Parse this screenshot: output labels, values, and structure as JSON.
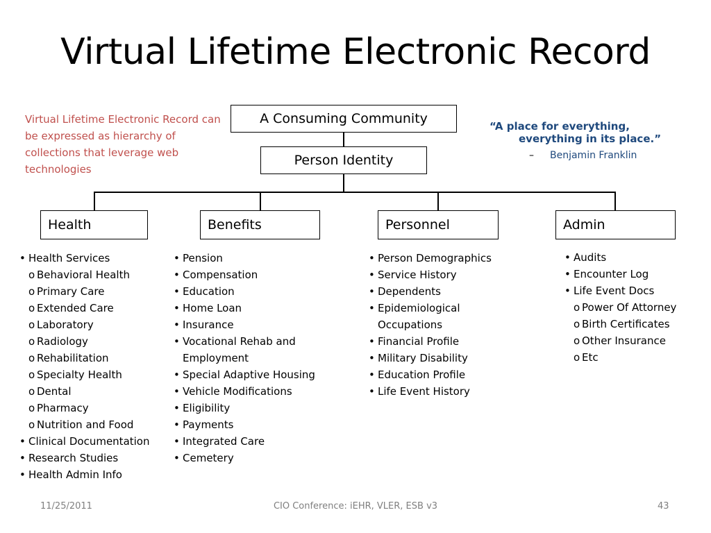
{
  "slide": {
    "title": "Virtual Lifetime Electronic Record",
    "intro_text": "Virtual Lifetime Electronic Record can be expressed as hierarchy of collections that leverage web technologies",
    "quote_line1": "“A place for everything,",
    "quote_line2": "everything in its place.”",
    "quote_dash": "–",
    "quote_author": "Benjamin Franklin"
  },
  "diagram": {
    "root": "A Consuming Community",
    "identity": "Person Identity",
    "categories": [
      "Health",
      "Benefits",
      "Personnel",
      "Admin"
    ]
  },
  "lists": {
    "health": [
      {
        "level": 1,
        "text": "Health Services"
      },
      {
        "level": 2,
        "text": "Behavioral Health"
      },
      {
        "level": 2,
        "text": "Primary Care"
      },
      {
        "level": 2,
        "text": "Extended Care"
      },
      {
        "level": 2,
        "text": "Laboratory"
      },
      {
        "level": 2,
        "text": "Radiology"
      },
      {
        "level": 2,
        "text": "Rehabilitation"
      },
      {
        "level": 2,
        "text": "Specialty Health"
      },
      {
        "level": 2,
        "text": "Dental"
      },
      {
        "level": 2,
        "text": "Pharmacy"
      },
      {
        "level": 2,
        "text": "Nutrition and Food"
      },
      {
        "level": 1,
        "text": "Clinical Documentation"
      },
      {
        "level": 1,
        "text": "Research Studies"
      },
      {
        "level": 1,
        "text": "Health Admin Info"
      }
    ],
    "benefits": [
      {
        "level": 1,
        "text": "Pension"
      },
      {
        "level": 1,
        "text": "Compensation"
      },
      {
        "level": 1,
        "text": "Education"
      },
      {
        "level": 1,
        "text": "Home Loan"
      },
      {
        "level": 1,
        "text": "Insurance"
      },
      {
        "level": 1,
        "text": "Vocational Rehab and"
      },
      {
        "level": 0,
        "text": "Employment"
      },
      {
        "level": 1,
        "text": "Special Adaptive Housing"
      },
      {
        "level": 1,
        "text": "Vehicle Modifications"
      },
      {
        "level": 1,
        "text": "Eligibility"
      },
      {
        "level": 1,
        "text": "Payments"
      },
      {
        "level": 1,
        "text": "Integrated Care"
      },
      {
        "level": 1,
        "text": "Cemetery"
      }
    ],
    "personnel": [
      {
        "level": 1,
        "text": "Person Demographics"
      },
      {
        "level": 1,
        "text": "Service History"
      },
      {
        "level": 1,
        "text": "Dependents"
      },
      {
        "level": 1,
        "text": "Epidemiological"
      },
      {
        "level": 0,
        "text": "Occupations"
      },
      {
        "level": 1,
        "text": "Financial Profile"
      },
      {
        "level": 1,
        "text": "Military Disability"
      },
      {
        "level": 1,
        "text": "Education Profile"
      },
      {
        "level": 1,
        "text": "Life Event History"
      }
    ],
    "admin": [
      {
        "level": 1,
        "text": "Audits"
      },
      {
        "level": 1,
        "text": "Encounter Log"
      },
      {
        "level": 1,
        "text": "Life Event Docs"
      },
      {
        "level": 2,
        "text": "Power Of Attorney"
      },
      {
        "level": 2,
        "text": "Birth Certificates"
      },
      {
        "level": 2,
        "text": "Other Insurance"
      },
      {
        "level": 2,
        "text": "Etc"
      }
    ]
  },
  "footer": {
    "date": "11/25/2011",
    "center": "CIO Conference: iEHR, VLER, ESB v3",
    "page": "43"
  }
}
